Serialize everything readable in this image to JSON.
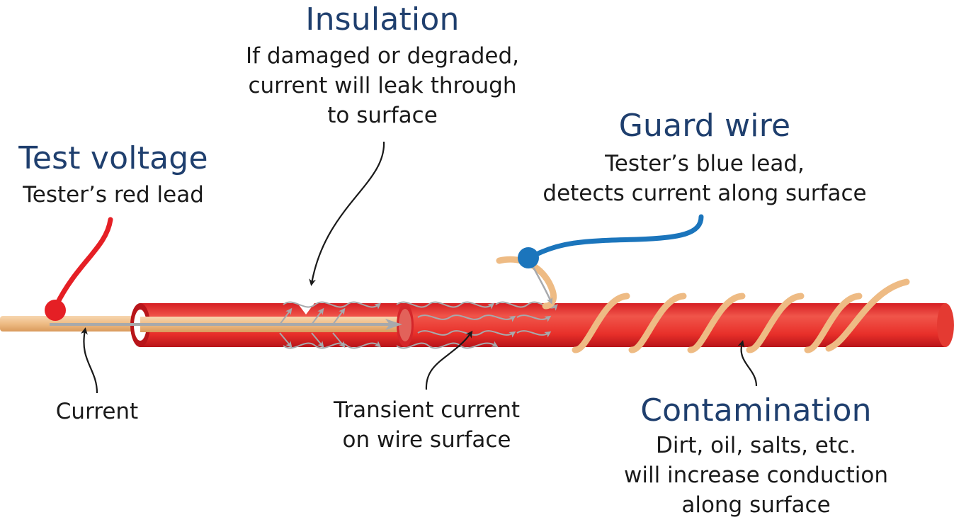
{
  "labels": {
    "insulation": {
      "title": "Insulation",
      "lines": [
        "If damaged or degraded,",
        "current will leak through",
        "to surface"
      ]
    },
    "guard_wire": {
      "title": "Guard wire",
      "lines": [
        "Tester’s blue lead,",
        "detects current along surface"
      ]
    },
    "test_voltage": {
      "title": "Test voltage",
      "lines": [
        "Tester’s red lead"
      ]
    },
    "current": {
      "text": "Current"
    },
    "transient": {
      "lines": [
        "Transient current",
        "on wire surface"
      ]
    },
    "contamination": {
      "title": "Contamination",
      "lines": [
        "Dirt, oil, salts, etc.",
        "will increase conduction",
        "along surface"
      ]
    }
  },
  "colors": {
    "title_text": "#1f3f6e",
    "body_text": "#1a1a1a",
    "cable_red": "#e8302a",
    "cable_dark": "#c4161c",
    "conductor": "#f0c08a",
    "red_lead": "#e51f25",
    "blue_lead": "#1b75bc",
    "current_arrow": "#a7a9ac"
  },
  "icons": {
    "red_lead_clip": "red-dot",
    "blue_lead_clip": "blue-dot"
  }
}
